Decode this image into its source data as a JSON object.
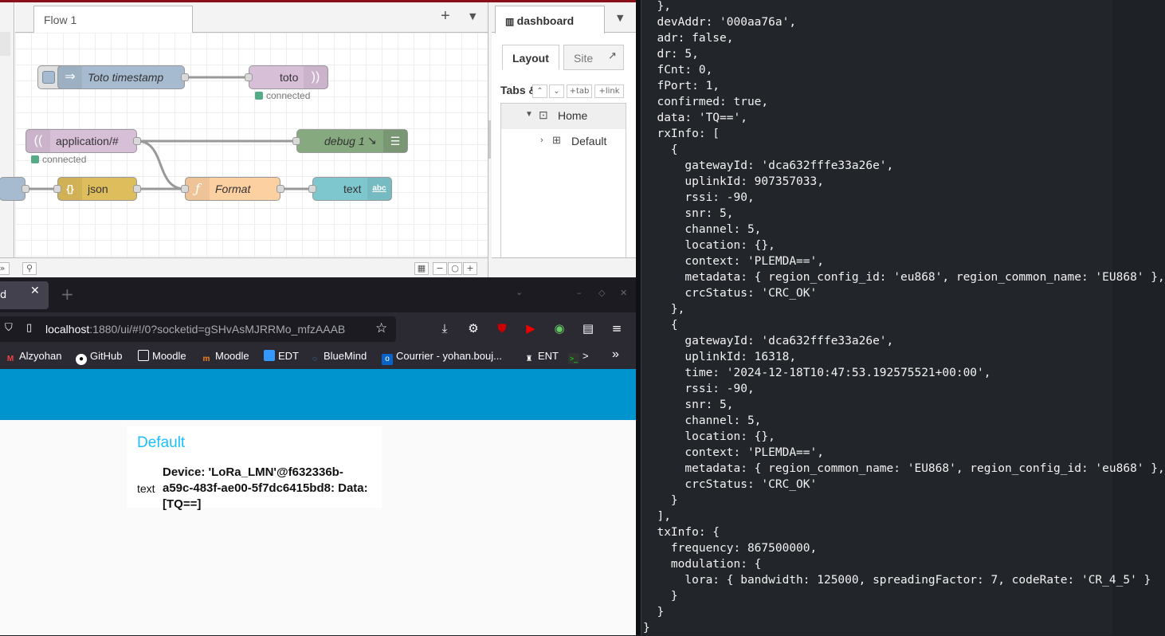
{
  "node_red": {
    "flow_tab": "Flow 1",
    "add_flow_icon": "plus-icon",
    "sidebar": {
      "tab_label": "dashboard",
      "subtabs": [
        "Layout",
        "Site"
      ],
      "tabs_heading": "Tabs &",
      "tab_buttons": [
        "tab",
        "link"
      ],
      "tree": [
        {
          "label": "Home",
          "icon": "tab-frame-icon"
        },
        {
          "label": "Default",
          "icon": "grid-icon"
        }
      ]
    },
    "nodes": {
      "toto_timestamp": "Toto timestamp",
      "toto": "toto",
      "toto_status": "connected",
      "application": "application/#",
      "application_status": "connected",
      "debug": "debug 1",
      "json": "json",
      "format": "Format",
      "text": "text",
      "text_badge": "abc",
      "json_icon": "{}",
      "format_icon": "ƒ"
    },
    "colors": {
      "inject": "#a6bbcf",
      "mqtt": "#d8bfd8",
      "debug": "#87a980",
      "json": "#debd5c",
      "function": "#fdd0a2",
      "ui_text": "#7fc7cf"
    }
  },
  "browser": {
    "tab_title": "d",
    "url_host": "localhost",
    "url_rest": ":1880/ui/#!/0?socketid=gSHvAsMJRRMo_mfzAAAB",
    "bookmarks": [
      "Alzyohan",
      "GitHub",
      "Moodle",
      "Moodle",
      "EDT",
      "BlueMind",
      "Courrier - yohan.bouj...",
      "ENT",
      ">"
    ]
  },
  "dashboard": {
    "group_title": "Default",
    "widget_label": "text",
    "widget_value": "Device: 'LoRa_LMN'@f632336b-a59c-483f-ae00-5f7dc6415bd8: Data: [TQ==]",
    "header_color": "#0094ce",
    "title_color": "#1bbfff"
  },
  "terminal": {
    "lines": [
      "  },",
      "  devAddr: '000aa76a',",
      "  adr: false,",
      "  dr: 5,",
      "  fCnt: 0,",
      "  fPort: 1,",
      "  confirmed: true,",
      "  data: 'TQ==',",
      "  rxInfo: [",
      "    {",
      "      gatewayId: 'dca632fffe33a26e',",
      "      uplinkId: 907357033,",
      "      rssi: -90,",
      "      snr: 5,",
      "      channel: 5,",
      "      location: {},",
      "      context: 'PLEMDA==',",
      "      metadata: { region_config_id: 'eu868', region_common_name: 'EU868' },",
      "      crcStatus: 'CRC_OK'",
      "    },",
      "    {",
      "      gatewayId: 'dca632fffe33a26e',",
      "      uplinkId: 16318,",
      "      time: '2024-12-18T10:47:53.192575521+00:00',",
      "      rssi: -90,",
      "      snr: 5,",
      "      channel: 5,",
      "      location: {},",
      "      context: 'PLEMDA==',",
      "      metadata: { region_common_name: 'EU868', region_config_id: 'eu868' },",
      "      crcStatus: 'CRC_OK'",
      "    }",
      "  ],",
      "  txInfo: {",
      "    frequency: 867500000,",
      "    modulation: {",
      "      lora: { bandwidth: 125000, spreadingFactor: 7, codeRate: 'CR_4_5' }",
      "    }",
      "  }",
      "}"
    ]
  }
}
